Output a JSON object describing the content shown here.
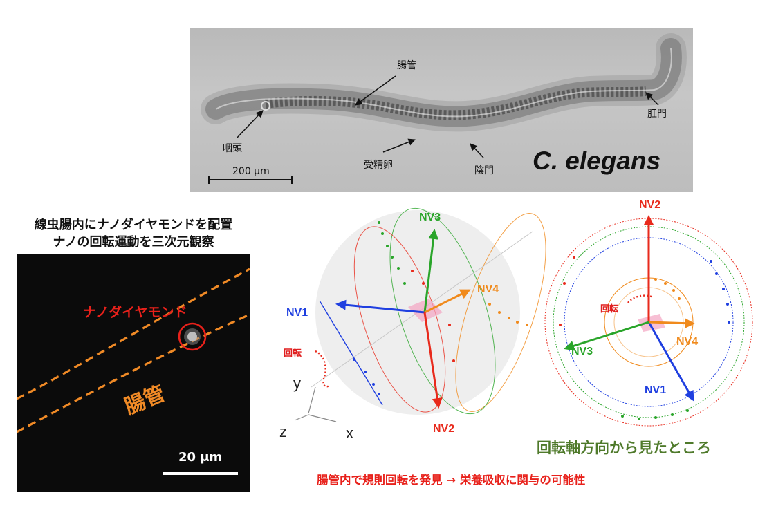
{
  "worm_image": {
    "species": "C. elegans",
    "labels": {
      "intestine": "腸管",
      "pharynx": "咽頭",
      "fertilized_egg": "受精卵",
      "vulva": "陰門",
      "anus": "肛門"
    },
    "scale_bar": "200 μm"
  },
  "fluorescence_image": {
    "title_line1": "線虫腸内にナノダイヤモンドを配置",
    "title_line2": "ナノの回転運動を三次元観察",
    "nanodiamond_label": "ナノダイヤモンド",
    "intestine_label": "腸管",
    "scale_bar": "20 μm"
  },
  "rotation_3d": {
    "vectors": [
      "NV1",
      "NV2",
      "NV3",
      "NV4"
    ],
    "rotation_label": "回転",
    "axes": {
      "x": "x",
      "y": "y",
      "z": "z"
    }
  },
  "axis_view": {
    "vectors": [
      "NV1",
      "NV2",
      "NV3",
      "NV4"
    ],
    "rotation_label": "回転",
    "caption": "回転軸方向から見たところ"
  },
  "conclusion": "腸管内で規則回転を発見  →  栄養吸収に関与の可能性",
  "colors": {
    "NV1": "#1f3fe0",
    "NV2": "#e82a1c",
    "NV3": "#2aa52a",
    "NV4": "#f08a1c",
    "intestine_dash": "#f08a26",
    "caption_green": "#4f7a2b",
    "conclusion_red": "#e8211b"
  }
}
